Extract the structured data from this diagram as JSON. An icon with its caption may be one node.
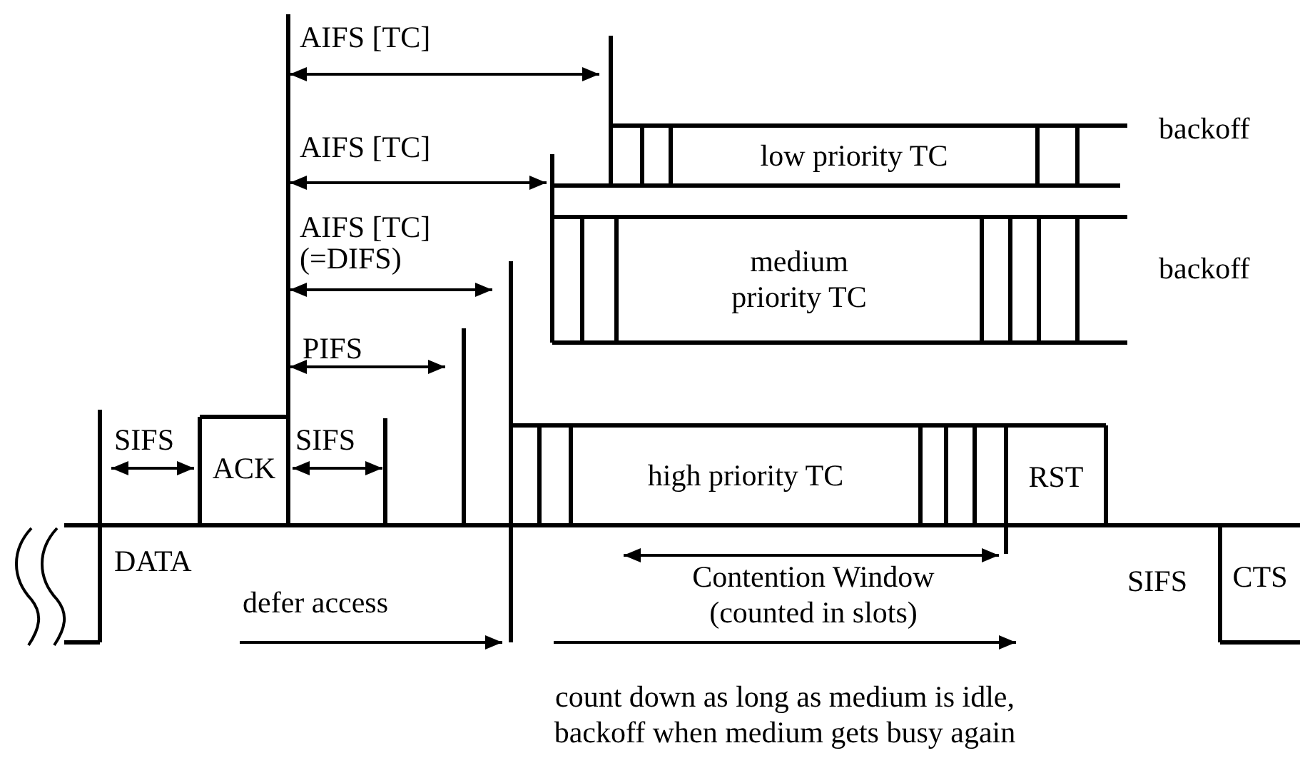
{
  "diagram": {
    "nodes": [
      {
        "text": [
          "low priority TC"
        ]
      },
      {
        "text": [
          "medium priority TC"
        ]
      },
      {
        "text": [
          "high priority TC"
        ]
      },
      {
        "text": [
          "ACK"
        ]
      },
      {
        "text": [
          "RST"
        ]
      },
      {
        "text": [
          "CTS"
        ]
      }
    ],
    "edges": [],
    "labels": [
      "AIFS [TC]",
      "backoff",
      "AIFS [TC]",
      "backoff",
      "AIFS [TC] (=DIFS)",
      "PIFS",
      "SIFS",
      "SIFS",
      "DATA",
      "defer access",
      "Contention Window (counted in slots)",
      "SIFS",
      "count down as long as medium is idle, backoff when medium gets busy again"
    ]
  }
}
